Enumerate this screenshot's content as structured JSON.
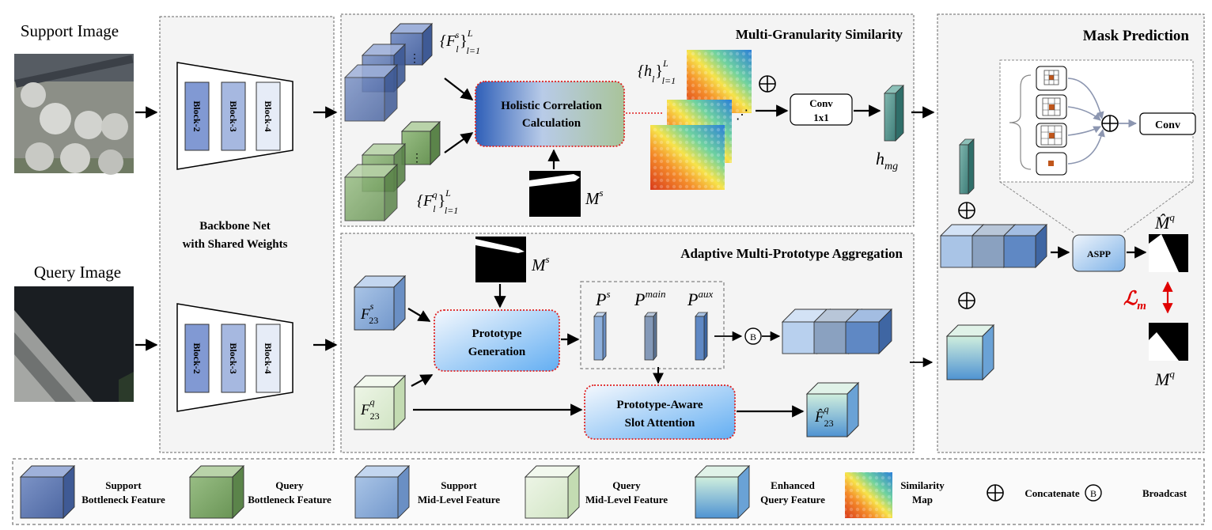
{
  "labels": {
    "support_image": "Support Image",
    "query_image": "Query Image",
    "backbone_line1": "Backbone Net",
    "backbone_line2": "with Shared Weights",
    "block2": "Block-2",
    "block3": "Block-3",
    "block4": "Block-4",
    "mgs_title": "Multi-Granularity Similarity",
    "hcc_line1": "Holistic Correlation",
    "hcc_line2": "Calculation",
    "conv1x1_line1": "Conv",
    "conv1x1_line2": "1x1",
    "ampa_title": "Adaptive Multi-Prototype Aggregation",
    "pg_line1": "Prototype",
    "pg_line2": "Generation",
    "pasa_line1": "Prototype-Aware",
    "pasa_line2": "Slot Attention",
    "mask_title": "Mask Prediction",
    "aspp": "ASPP",
    "conv": "Conv",
    "broadcast_symbol": "B"
  },
  "math": {
    "fs_set": {
      "base": "{F",
      "sub": "l",
      "sup": "s",
      "close": "}",
      "set_sup": "L",
      "set_sub": "l=1"
    },
    "fq_set": {
      "base": "{F",
      "sub": "l",
      "sup": "q",
      "close": "}",
      "set_sup": "L",
      "set_sub": "l=1"
    },
    "h_set": {
      "base": "{h",
      "sub": "l",
      "close": "}",
      "set_sup": "L",
      "set_sub": "l=1"
    },
    "h_mg": {
      "base": "h",
      "sub": "mg"
    },
    "ms_top": {
      "base": "M",
      "sup": "s"
    },
    "ms_bottom": {
      "base": "M",
      "sup": "s"
    },
    "f23s": {
      "base": "F",
      "sup": "s",
      "sub": "23"
    },
    "f23q": {
      "base": "F",
      "sup": "q",
      "sub": "23"
    },
    "fhat23q": {
      "base": "F̂",
      "sup": "q",
      "sub": "23"
    },
    "ps": {
      "base": "P",
      "sup": "s"
    },
    "pmain": {
      "base": "P",
      "sup": "main"
    },
    "paux": {
      "base": "P",
      "sup": "aux"
    },
    "mhat_q": {
      "base": "M̂",
      "sup": "q"
    },
    "mq": {
      "base": "M",
      "sup": "q"
    },
    "loss": {
      "base": "ℒ",
      "sub": "m"
    }
  },
  "legend": [
    {
      "line1": "Support",
      "line2": "Bottleneck Feature",
      "kind": "support-bottleneck"
    },
    {
      "line1": "Query",
      "line2": "Bottleneck Feature",
      "kind": "query-bottleneck"
    },
    {
      "line1": "Support",
      "line2": "Mid-Level Feature",
      "kind": "support-mid"
    },
    {
      "line1": "Query",
      "line2": "Mid-Level Feature",
      "kind": "query-mid"
    },
    {
      "line1": "Enhanced",
      "line2": "Query Feature",
      "kind": "enhanced"
    },
    {
      "line1": "Similarity",
      "line2": "Map",
      "kind": "similarity"
    },
    {
      "line1": "Concatenate",
      "line2": "",
      "kind": "concatenate"
    },
    {
      "line1": "Broadcast",
      "line2": "",
      "kind": "broadcast"
    }
  ],
  "colors": {
    "support_bottleneck": "#5b75ad",
    "query_bottleneck": "#77a063",
    "support_mid": "#86a8d6",
    "query_mid": "#d9e9cf",
    "enhanced_top": "#c9e8d6",
    "enhanced_bottom": "#5b9bd5",
    "block_fill": "#7f96d0",
    "panel_bg": "#f4f4f4",
    "dotted_red": "#e02020",
    "loss_red": "#e00000",
    "hmg_teal": "#4b8b86"
  }
}
